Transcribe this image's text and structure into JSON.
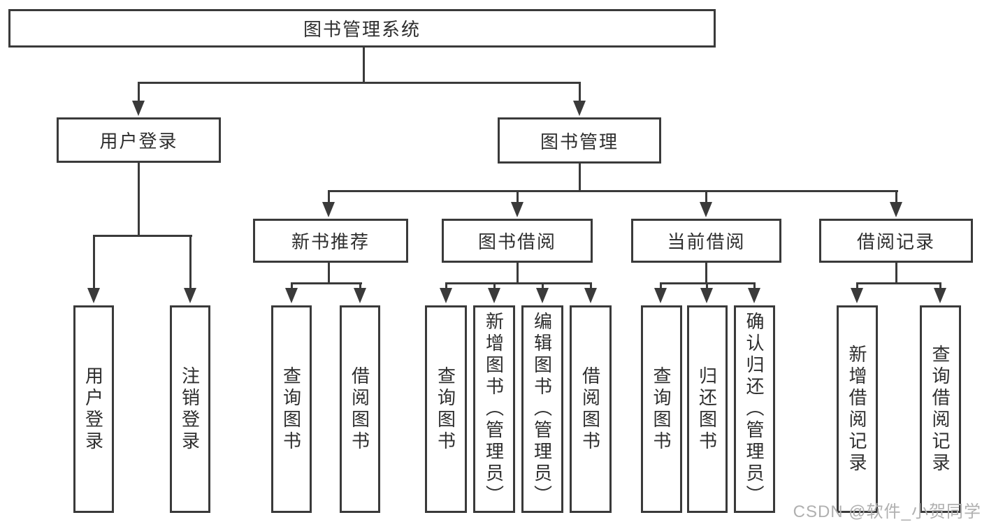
{
  "diagram": {
    "root": {
      "label": "图书管理系统"
    },
    "branches": [
      {
        "label": "用户登录",
        "children": [
          {
            "label": "用户登录"
          },
          {
            "label": "注销登录"
          }
        ]
      },
      {
        "label": "图书管理",
        "children": [
          {
            "label": "新书推荐",
            "children": [
              {
                "label": "查询图书"
              },
              {
                "label": "借阅图书"
              }
            ]
          },
          {
            "label": "图书借阅",
            "children": [
              {
                "label": "查询图书"
              },
              {
                "label": "新增图书（管理员）"
              },
              {
                "label": "编辑图书（管理员）"
              },
              {
                "label": "借阅图书"
              }
            ]
          },
          {
            "label": "当前借阅",
            "children": [
              {
                "label": "查询图书"
              },
              {
                "label": "归还图书"
              },
              {
                "label": "确认归还（管理员）"
              }
            ]
          },
          {
            "label": "借阅记录",
            "children": [
              {
                "label": "新增借阅记录"
              },
              {
                "label": "查询借阅记录"
              }
            ]
          }
        ]
      }
    ]
  },
  "watermark": {
    "text": "CSDN @软件_小贺同学"
  },
  "colors": {
    "line": "#3a3a3a",
    "text": "#2e2e2e",
    "watermark": "#b0b0b0",
    "background": "#ffffff"
  }
}
